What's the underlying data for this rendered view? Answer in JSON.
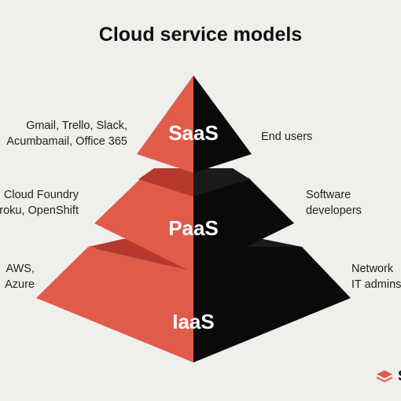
{
  "title": "Cloud service models",
  "tiers": [
    {
      "name": "SaaS",
      "left": "Gmail, Trello, Slack, Acumbamail, Office 365",
      "left_lines": [
        "Gmail, Trello, Slack,",
        "Acumbamail, Office 365"
      ],
      "right_lines": [
        "End users"
      ]
    },
    {
      "name": "PaaS",
      "left_lines": [
        "Cloud Foundry",
        "Heroku, OpenShift"
      ],
      "right_lines": [
        "Software",
        "developers"
      ]
    },
    {
      "name": "IaaS",
      "left_lines": [
        "AWS,",
        "Azure"
      ],
      "right_lines": [
        "Network",
        "IT admins"
      ]
    }
  ],
  "logo_text": "S",
  "colors": {
    "red": "#e15b4b",
    "red_dark": "#b5392c",
    "black": "#0a0a0a",
    "background": "#efefec"
  }
}
